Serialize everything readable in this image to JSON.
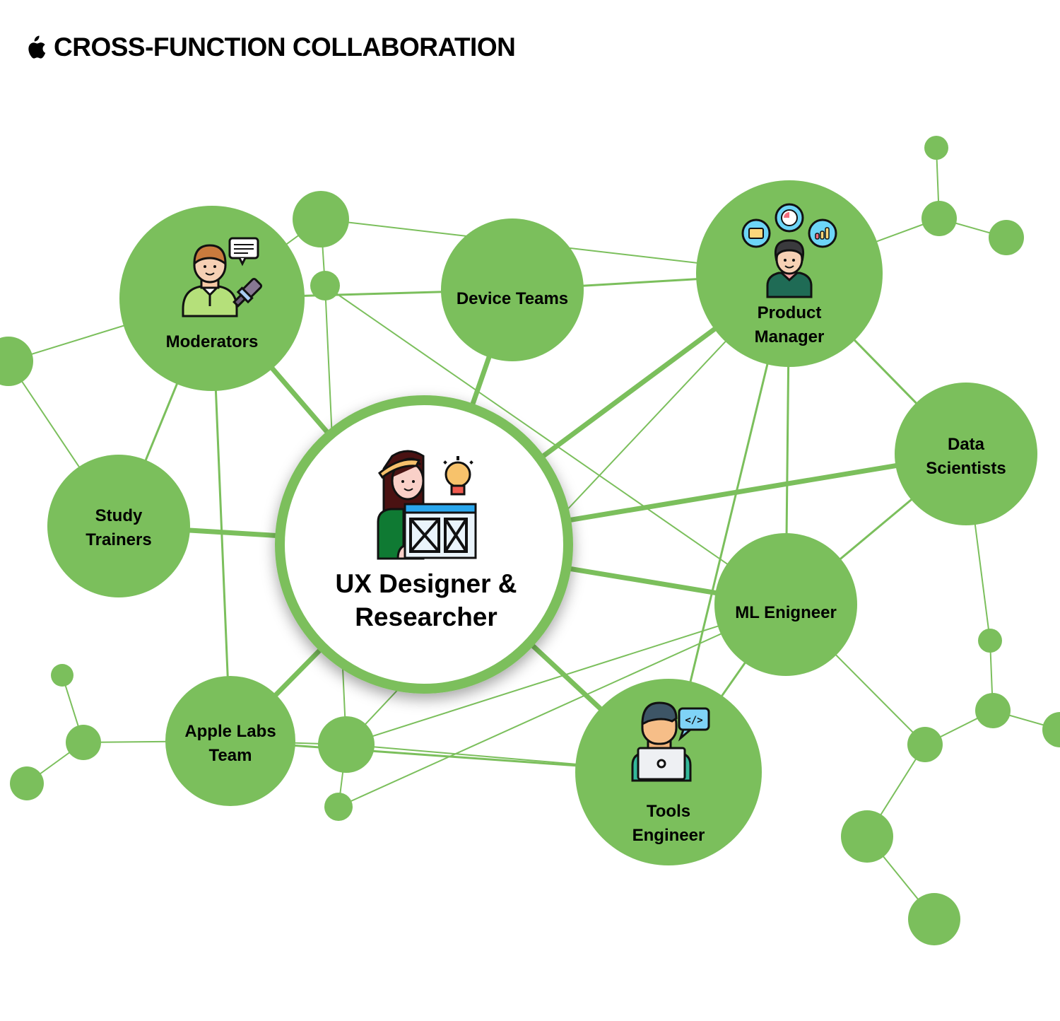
{
  "header": {
    "logo_icon": "apple-logo-icon",
    "title": "CROSS-FUNCTION COLLABORATION"
  },
  "colors": {
    "node_green": "#7bbf5c",
    "line_green": "#7bbf5c",
    "center_fill": "#ffffff",
    "text": "#000000"
  },
  "center": {
    "id": "ux",
    "label_lines": [
      "UX Designer &",
      "Researcher"
    ],
    "icon": "designer-wireframe-icon"
  },
  "nodes": [
    {
      "id": "moderators",
      "label_lines": [
        "Moderators"
      ],
      "icon": "moderator-microphone-icon"
    },
    {
      "id": "device",
      "label_lines": [
        "Device Teams"
      ],
      "icon": null
    },
    {
      "id": "pm",
      "label_lines": [
        "Product",
        "Manager"
      ],
      "icon": "product-manager-icon"
    },
    {
      "id": "data",
      "label_lines": [
        "Data",
        "Scientists"
      ],
      "icon": null
    },
    {
      "id": "ml",
      "label_lines": [
        "ML Enigneer"
      ],
      "icon": null
    },
    {
      "id": "tools",
      "label_lines": [
        "Tools",
        "Engineer"
      ],
      "icon": "developer-laptop-icon"
    },
    {
      "id": "labs",
      "label_lines": [
        "Apple Labs",
        "Team"
      ],
      "icon": null
    },
    {
      "id": "trainers",
      "label_lines": [
        "Study",
        "Trainers"
      ],
      "icon": null
    }
  ],
  "connections": {
    "primary": [
      [
        "ux",
        "moderators"
      ],
      [
        "ux",
        "device"
      ],
      [
        "ux",
        "pm"
      ],
      [
        "ux",
        "data"
      ],
      [
        "ux",
        "ml"
      ],
      [
        "ux",
        "tools"
      ],
      [
        "ux",
        "labs"
      ],
      [
        "ux",
        "trainers"
      ]
    ],
    "secondary": [
      [
        "moderators",
        "trainers"
      ],
      [
        "moderators",
        "labs"
      ],
      [
        "moderators",
        "device"
      ],
      [
        "device",
        "pm"
      ],
      [
        "pm",
        "data"
      ],
      [
        "pm",
        "ml"
      ],
      [
        "pm",
        "tools"
      ],
      [
        "data",
        "ml"
      ],
      [
        "ml",
        "tools"
      ],
      [
        "labs",
        "tools"
      ]
    ]
  }
}
